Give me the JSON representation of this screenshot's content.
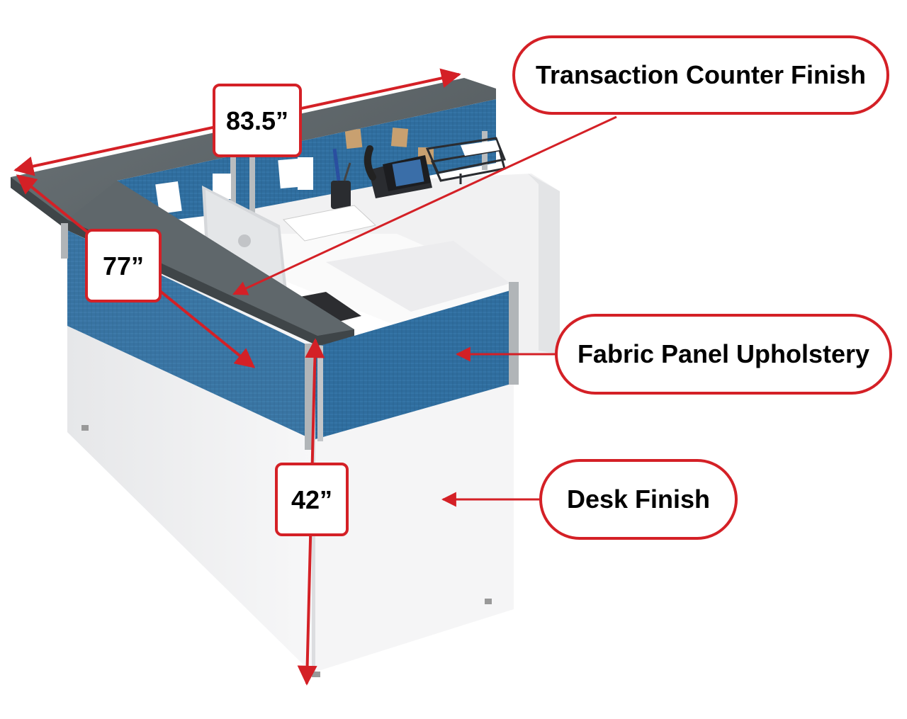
{
  "callouts": {
    "counter_finish": "Transaction Counter Finish",
    "fabric_panel": "Fabric Panel Upholstery",
    "desk_finish": "Desk Finish"
  },
  "dimensions": {
    "width": "83.5”",
    "depth": "77”",
    "height": "42”"
  },
  "colors": {
    "annotation_red": "#d42026",
    "counter_gray": "#5c6468",
    "fabric_blue": "#2f6d9e",
    "desk_white": "#f4f4f4"
  }
}
